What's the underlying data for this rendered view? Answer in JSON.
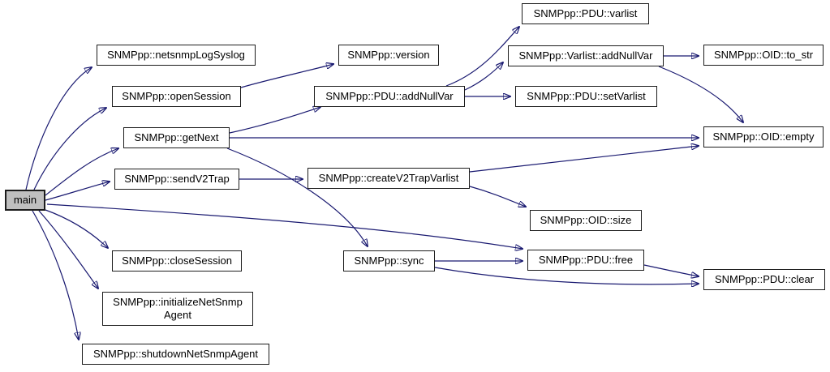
{
  "diagram": {
    "type": "call-graph",
    "background_color": "#ffffff",
    "edge_color": "#191970",
    "node_border_color": "#1c1c1c",
    "node_fill_color": "#ffffff",
    "highlight_fill_color": "#bfbfbf",
    "nodes": {
      "main": {
        "label": "main",
        "highlighted": true
      },
      "netsnmp_log_syslog": {
        "label": "SNMPpp::netsnmpLogSyslog"
      },
      "open_session": {
        "label": "SNMPpp::openSession"
      },
      "get_next": {
        "label": "SNMPpp::getNext"
      },
      "send_v2_trap": {
        "label": "SNMPpp::sendV2Trap"
      },
      "close_session": {
        "label": "SNMPpp::closeSession"
      },
      "initialize_net_snmp_agent": {
        "label": "SNMPpp::initializeNetSnmpAgent",
        "lines": [
          "SNMPpp::initializeNetSnmp",
          "Agent"
        ]
      },
      "shutdown_net_snmp_agent": {
        "label": "SNMPpp::shutdownNetSnmpAgent"
      },
      "version": {
        "label": "SNMPpp::version"
      },
      "pdu_add_null_var": {
        "label": "SNMPpp::PDU::addNullVar"
      },
      "create_v2_trap_varlist": {
        "label": "SNMPpp::createV2TrapVarlist"
      },
      "sync": {
        "label": "SNMPpp::sync"
      },
      "pdu_varlist": {
        "label": "SNMPpp::PDU::varlist"
      },
      "varlist_add_null_var": {
        "label": "SNMPpp::Varlist::addNullVar"
      },
      "pdu_set_varlist": {
        "label": "SNMPpp::PDU::setVarlist"
      },
      "oid_to_str": {
        "label": "SNMPpp::OID::to_str"
      },
      "oid_empty": {
        "label": "SNMPpp::OID::empty"
      },
      "oid_size": {
        "label": "SNMPpp::OID::size"
      },
      "pdu_free": {
        "label": "SNMPpp::PDU::free"
      },
      "pdu_clear": {
        "label": "SNMPpp::PDU::clear"
      }
    },
    "edges": [
      {
        "from": "main",
        "to": "netsnmp_log_syslog"
      },
      {
        "from": "main",
        "to": "open_session"
      },
      {
        "from": "main",
        "to": "get_next"
      },
      {
        "from": "main",
        "to": "send_v2_trap"
      },
      {
        "from": "main",
        "to": "pdu_free"
      },
      {
        "from": "main",
        "to": "close_session"
      },
      {
        "from": "main",
        "to": "initialize_net_snmp_agent"
      },
      {
        "from": "main",
        "to": "shutdown_net_snmp_agent"
      },
      {
        "from": "open_session",
        "to": "version"
      },
      {
        "from": "get_next",
        "to": "pdu_add_null_var"
      },
      {
        "from": "get_next",
        "to": "oid_empty"
      },
      {
        "from": "get_next",
        "to": "sync"
      },
      {
        "from": "send_v2_trap",
        "to": "create_v2_trap_varlist"
      },
      {
        "from": "pdu_add_null_var",
        "to": "pdu_varlist"
      },
      {
        "from": "pdu_add_null_var",
        "to": "varlist_add_null_var"
      },
      {
        "from": "pdu_add_null_var",
        "to": "pdu_set_varlist"
      },
      {
        "from": "varlist_add_null_var",
        "to": "oid_to_str"
      },
      {
        "from": "varlist_add_null_var",
        "to": "oid_empty"
      },
      {
        "from": "create_v2_trap_varlist",
        "to": "oid_empty"
      },
      {
        "from": "create_v2_trap_varlist",
        "to": "oid_size"
      },
      {
        "from": "sync",
        "to": "pdu_free"
      },
      {
        "from": "sync",
        "to": "pdu_clear"
      },
      {
        "from": "pdu_free",
        "to": "pdu_clear"
      }
    ]
  }
}
